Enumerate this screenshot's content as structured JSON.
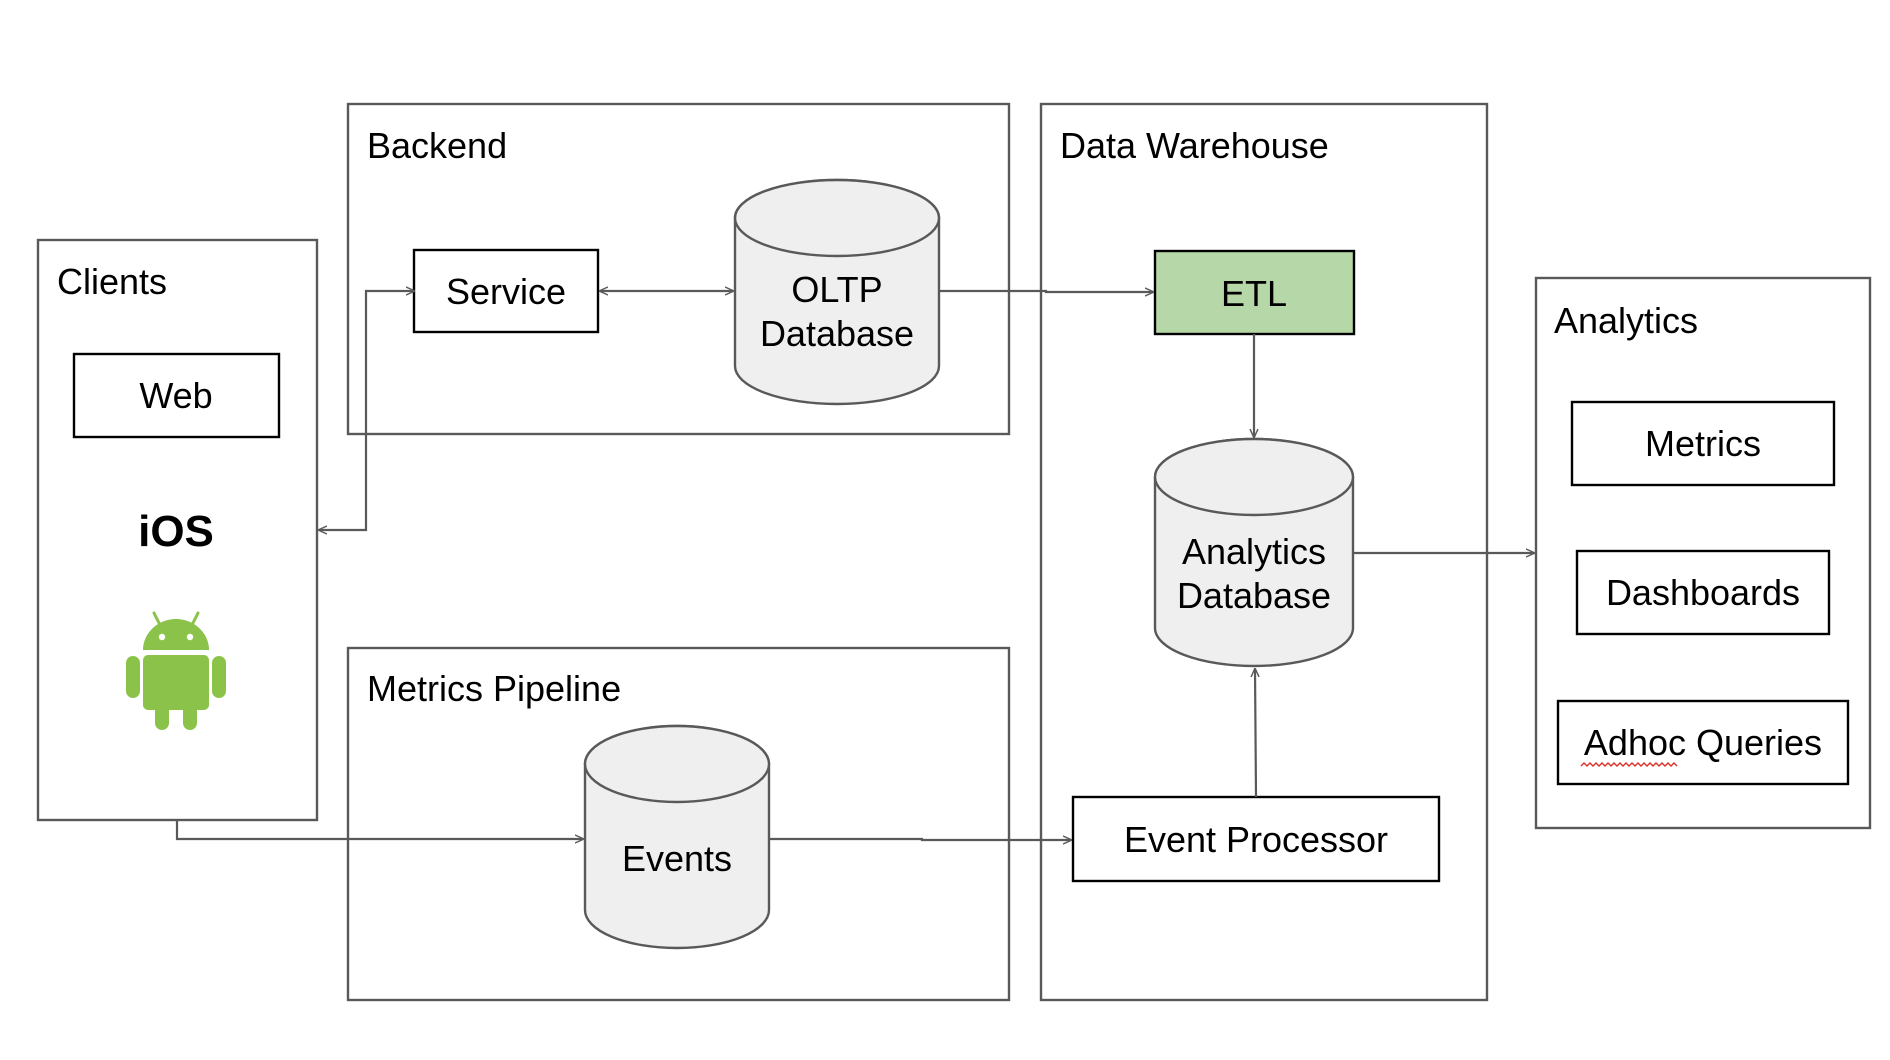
{
  "groups": {
    "clients": "Clients",
    "backend": "Backend",
    "warehouse": "Data Warehouse",
    "analytics": "Analytics",
    "pipeline": "Metrics Pipeline"
  },
  "nodes": {
    "web": "Web",
    "ios": "iOS",
    "android_icon": "android-robot-icon",
    "service": "Service",
    "oltp_line1": "OLTP",
    "oltp_line2": "Database",
    "etl": "ETL",
    "analytics_db_line1": "Analytics",
    "analytics_db_line2": "Database",
    "metrics": "Metrics",
    "dashboards": "Dashboards",
    "adhoc": "Adhoc Queries",
    "events": "Events",
    "event_processor": "Event Processor"
  },
  "colors": {
    "etl_fill": "#b6d7a8",
    "cylinder_fill": "#efefef",
    "android_green": "#8bc34a",
    "frame_stroke": "#595959"
  }
}
